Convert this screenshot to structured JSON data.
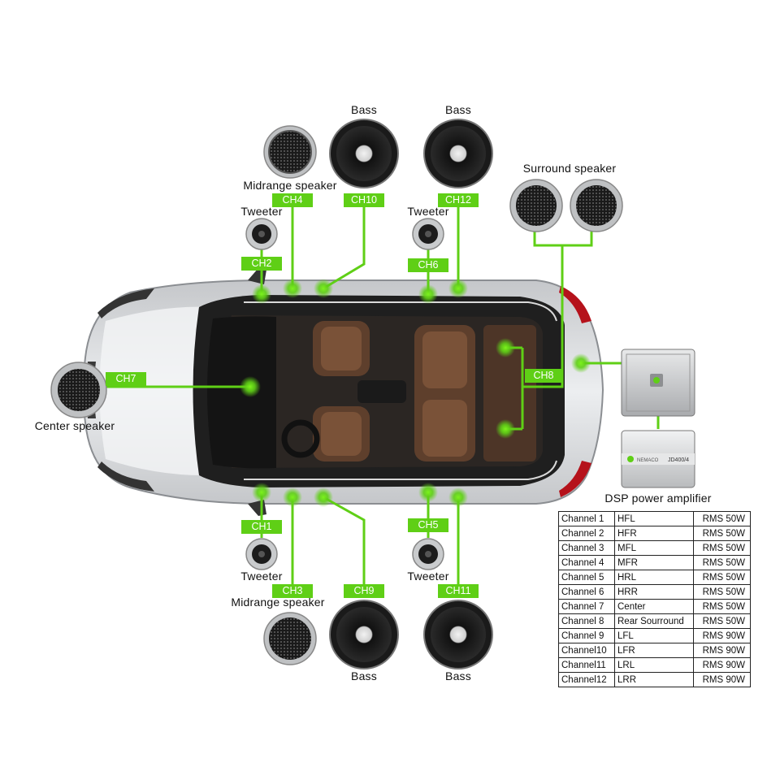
{
  "labels": {
    "bass_top_left": "Bass",
    "bass_top_right": "Bass",
    "surround_speaker": "Surround speaker",
    "midrange_top": "Midrange speaker",
    "tweeter_top_left": "Tweeter",
    "tweeter_top_right": "Tweeter",
    "center_speaker": "Center speaker",
    "tweeter_bottom_left": "Tweeter",
    "tweeter_bottom_right": "Tweeter",
    "midrange_bottom": "Midrange speaker",
    "bass_bottom_left": "Bass",
    "bass_bottom_right": "Bass",
    "dsp_power_amplifier": "DSP power amplifier",
    "amp_model": "JD400/4",
    "amp_brand": "NEMACO"
  },
  "channels": {
    "ch1": "CH1",
    "ch2": "CH2",
    "ch3": "CH3",
    "ch4": "CH4",
    "ch5": "CH5",
    "ch6": "CH6",
    "ch7": "CH7",
    "ch8": "CH8",
    "ch9": "CH9",
    "ch10": "CH10",
    "ch11": "CH11",
    "ch12": "CH12"
  },
  "colors": {
    "accent_green": "#5fcf16",
    "car_body": "#d4d6d8",
    "interior": "#5a3c2b"
  },
  "spec_table": [
    {
      "channel": "Channel 1",
      "position": "HFL",
      "power": "RMS 50W"
    },
    {
      "channel": "Channel 2",
      "position": "HFR",
      "power": "RMS 50W"
    },
    {
      "channel": "Channel 3",
      "position": "MFL",
      "power": "RMS 50W"
    },
    {
      "channel": "Channel 4",
      "position": "MFR",
      "power": "RMS 50W"
    },
    {
      "channel": "Channel 5",
      "position": "HRL",
      "power": "RMS 50W"
    },
    {
      "channel": "Channel 6",
      "position": "HRR",
      "power": "RMS 50W"
    },
    {
      "channel": "Channel 7",
      "position": "Center",
      "power": "RMS 50W"
    },
    {
      "channel": "Channel 8",
      "position": "Rear Sourround",
      "power": "RMS 50W"
    },
    {
      "channel": "Channel 9",
      "position": "LFL",
      "power": "RMS 90W"
    },
    {
      "channel": "Channel10",
      "position": "LFR",
      "power": "RMS 90W"
    },
    {
      "channel": "Channel11",
      "position": "LRL",
      "power": "RMS 90W"
    },
    {
      "channel": "Channel12",
      "position": "LRR",
      "power": "RMS 90W"
    }
  ]
}
